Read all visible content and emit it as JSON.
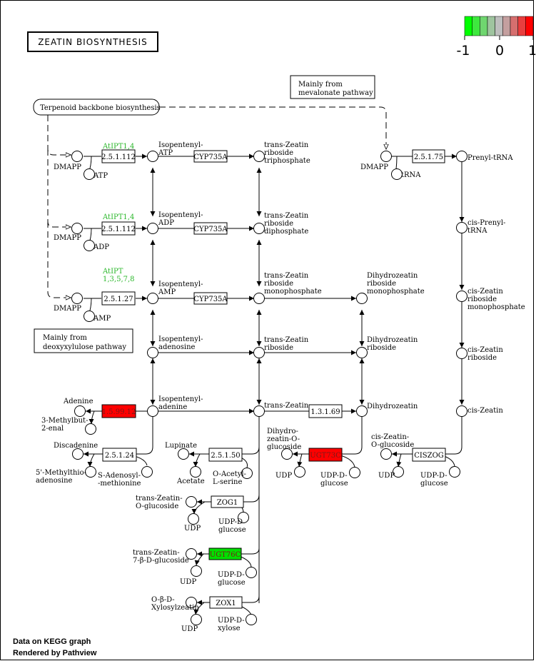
{
  "title": "ZEATIN BIOSYNTHESIS",
  "legend": {
    "colors": [
      "#00ff00",
      "#3ee83e",
      "#6fd66f",
      "#9fc49f",
      "#bebebe",
      "#c49f9f",
      "#d66f6f",
      "#e83e3e",
      "#ff0000"
    ],
    "ticks": [
      "-1",
      "0",
      "1"
    ]
  },
  "footer": {
    "line1": "Data on KEGG graph",
    "line2": "Rendered by Pathview"
  },
  "colors": {
    "up": "#ff0000",
    "down": "#00e000",
    "neutral": "#ffffff",
    "gene_label": "#2db82d"
  },
  "notes": {
    "terpenoid": "Terpenoid backbone biosynthesis",
    "mevalonate": [
      "Mainly from",
      "mevalonate pathway"
    ],
    "deoxyxylulose": [
      "Mainly from",
      "deoxyxylulose pathway"
    ]
  },
  "compounds": {
    "dmapp1": [
      "DMAPP"
    ],
    "atp": [
      "ATP"
    ],
    "ip_atp": [
      "Isopentenyl-",
      "ATP"
    ],
    "tz_rtp": [
      "trans-Zeatin",
      "riboside",
      "triphosphate"
    ],
    "dmapp2": [
      "DMAPP"
    ],
    "adp": [
      "ADP"
    ],
    "ip_adp": [
      "Isopentenyl-",
      "ADP"
    ],
    "tz_rdp": [
      "trans-Zeatin",
      "riboside",
      "diphosphate"
    ],
    "dmapp3": [
      "DMAPP"
    ],
    "amp": [
      "AMP"
    ],
    "ip_amp": [
      "Isopentenyl-",
      "AMP"
    ],
    "tz_rmp": [
      "trans-Zeatin",
      "riboside",
      "monophosphate"
    ],
    "dhz_rmp": [
      "Dihydrozeatin",
      "riboside",
      "monophosphate"
    ],
    "dmapp4": [
      "DMAPP"
    ],
    "trna": [
      "tRNA"
    ],
    "prenyl_trna": [
      "Prenyl-tRNA"
    ],
    "cis_prenyl_trna": [
      "cis-Prenyl-",
      "tRNA"
    ],
    "cz_rmp": [
      "cis-Zeatin",
      "riboside",
      "monophosphate"
    ],
    "ip_ado": [
      "Isopentenyl-",
      "adenosine"
    ],
    "tz_r": [
      "trans-Zeatin",
      "riboside"
    ],
    "dhz_r": [
      "Dihydrozeatin",
      "riboside"
    ],
    "cz_r": [
      "cis-Zeatin",
      "riboside"
    ],
    "adenine": [
      "Adenine"
    ],
    "methylbutenal": [
      "3-Methylbut-",
      "2-enal"
    ],
    "ip_adenine": [
      "Isopentenyl-",
      "adenine"
    ],
    "tz": [
      "trans-Zeatin"
    ],
    "dhz": [
      "Dihydrozeatin"
    ],
    "cz": [
      "cis-Zeatin"
    ],
    "discadenine": [
      "Discadenine"
    ],
    "mta": [
      "5'-Methylthio-",
      "adenosine"
    ],
    "sam": [
      "S-Adenosyl-",
      "-methionine"
    ],
    "lupinate": [
      "Lupinate"
    ],
    "acetate": [
      "Acetate"
    ],
    "oacetyl": [
      "O-Acetyl-",
      "L-serine"
    ],
    "dhz_og": [
      "Dihydro-",
      "zeatin-O-",
      "glucoside"
    ],
    "udp1": [
      "UDP"
    ],
    "udpg1": [
      "UDP-D-",
      "glucose"
    ],
    "cz_og": [
      "cis-Zeatin-",
      "O-glucoside"
    ],
    "udp2": [
      "UDP"
    ],
    "udpg2": [
      "UDP-D-",
      "glucose"
    ],
    "tz_og": [
      "trans-Zeatin-",
      "O-glucoside"
    ],
    "udp3": [
      "UDP"
    ],
    "udpg3": [
      "UDP-D",
      "glucose"
    ],
    "tz_7g": [
      "trans-Zeatin-",
      "7-β-D-glucoside"
    ],
    "udp4": [
      "UDP"
    ],
    "udpg4": [
      "UDP-D-",
      "glucose"
    ],
    "ob_xz": [
      "O-β-D-",
      "Xylosylzeatin"
    ],
    "udp5": [
      "UDP"
    ],
    "udpx": [
      "UDP-D-",
      "xylose"
    ]
  },
  "enzymes": {
    "e1": {
      "label": "2.5.1.112",
      "state": "neutral",
      "gene": [
        "AtIPT1,4"
      ]
    },
    "e2": {
      "label": "2.5.1.112",
      "state": "neutral",
      "gene": [
        "AtIPT1,4"
      ]
    },
    "e3": {
      "label": "2.5.1.27",
      "state": "neutral",
      "gene": [
        "AtIPT",
        "1,3,5,7,8"
      ]
    },
    "e4": {
      "label": "CYP735A",
      "state": "neutral"
    },
    "e5": {
      "label": "CYP735A",
      "state": "neutral"
    },
    "e6": {
      "label": "CYP735A",
      "state": "neutral"
    },
    "e7": {
      "label": "2.5.1.75",
      "state": "neutral"
    },
    "e8": {
      "label": "1.5.99.12",
      "state": "up"
    },
    "e9": {
      "label": "1.3.1.69",
      "state": "neutral"
    },
    "e10": {
      "label": "2.5.1.24",
      "state": "neutral"
    },
    "e11": {
      "label": "2.5.1.50",
      "state": "neutral"
    },
    "e12": {
      "label": "UGT73C",
      "state": "up"
    },
    "e13": {
      "label": "CISZOG",
      "state": "neutral"
    },
    "e14": {
      "label": "ZOG1",
      "state": "neutral"
    },
    "e15": {
      "label": "UGT76C",
      "state": "down"
    },
    "e16": {
      "label": "ZOX1",
      "state": "neutral"
    }
  }
}
